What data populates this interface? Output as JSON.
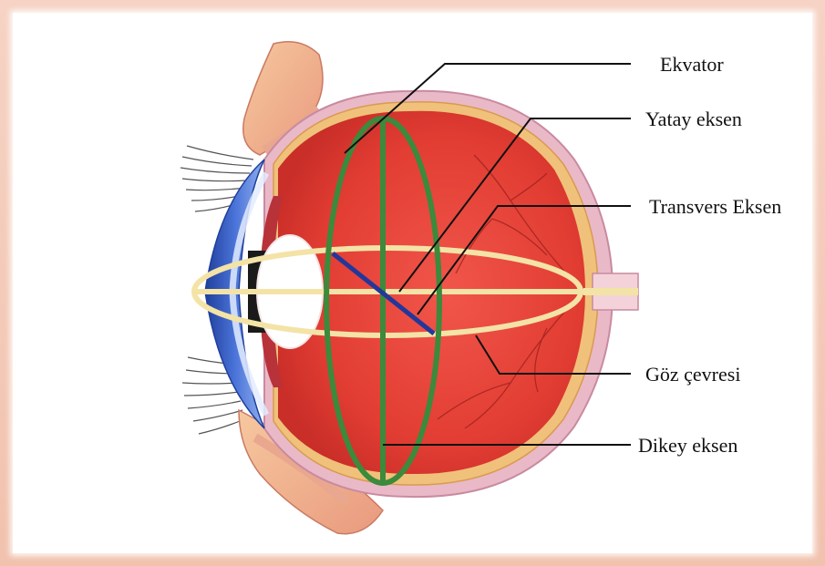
{
  "diagram": {
    "labels": {
      "ekvator": "Ekvator",
      "yatay_eksen": "Yatay eksen",
      "transvers_eksen": "Transvers Eksen",
      "goz_cevresi": "Göz çevresi",
      "dikey_eksen": "Dikey eksen"
    },
    "colors": {
      "frame": "#f3c9b8",
      "sclera": "#e9b9c8",
      "choroid": "#f0c17a",
      "retina": "#e8453a",
      "cornea": "#3d62c8",
      "lens": "#ffffff",
      "ekvator_line": "#3c8a3c",
      "horizontal_ring": "#f4e3a6",
      "transvers_line": "#23379b",
      "leader_line": "#111111"
    }
  }
}
